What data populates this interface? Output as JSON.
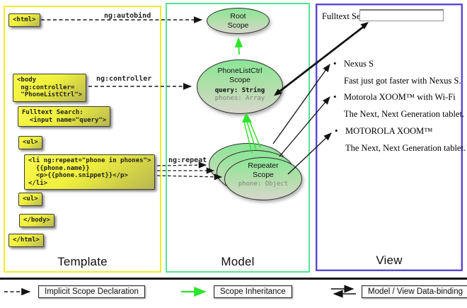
{
  "colors": {
    "template_border": "#f0ec28",
    "model_border": "#57e493",
    "view_border": "#5948d8",
    "inheritance_green": "#2ce52c",
    "arrow_black": "#141414",
    "codebox_yellow": "#efef3d",
    "scope_fill_top": "#8ae697"
  },
  "template": {
    "label": "Template",
    "boxes": {
      "html_open": "<html>",
      "body_open": "<body\n ng:controller=\n \"PhoneListCtrl\">",
      "fulltext": "Fulltext Search:\n  <input name=\"query\">",
      "ul_open": "<ul>",
      "li_repeat": "<li ng:repeat=\"phone in phones\">\n  {{phone.name}}\n  <p>{{phone.snippet}}</p>\n</li>",
      "ul_close": "<ul>",
      "body_close": "</body>",
      "html_close": "</html>"
    },
    "arrow_labels": {
      "autobind": "ng:autobind",
      "controller": "ng:controller",
      "repeat": "ng:repeat"
    }
  },
  "model": {
    "label": "Model",
    "root_scope": {
      "line1": "Root",
      "line2": "Scope"
    },
    "phonelist_scope": {
      "line1": "PhoneListCtrl",
      "line2": "Scope",
      "prop1": "query: String",
      "prop2": "phones: Array"
    },
    "repeater_scope": {
      "line1": "Repeater",
      "line2": "Scope",
      "prop1": "phone: Object"
    }
  },
  "view": {
    "label": "View",
    "search_label": "Fulltext Search:",
    "search_value": "",
    "items": [
      {
        "bullet": "•",
        "title": "Nexus S",
        "desc": "Fast just got faster with Nexus S."
      },
      {
        "bullet": "•",
        "title": "Motorola XOOM™ with Wi-Fi",
        "desc": "The Next, Next Generation tablet."
      },
      {
        "bullet": "•",
        "title": "MOTOROLA XOOM™",
        "desc": "The Next, Next Generation tablet."
      }
    ]
  },
  "legend": {
    "implicit": "Implicit Scope Declaration",
    "inheritance": "Scope Inheritance",
    "databinding": "Model / View Data-binding"
  }
}
